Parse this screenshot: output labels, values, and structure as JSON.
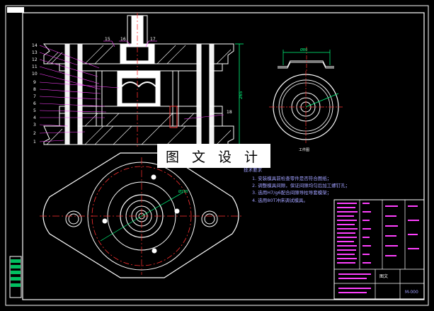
{
  "drawing": {
    "watermark": "图 文 设 计",
    "part_view_label": "工件图",
    "notes_title": "技术要求",
    "notes": [
      "1.  安装模具前检查零件是否符合图纸；",
      "2.  调整模具间隙，保证间隙均匀后加工螺钉孔；",
      "3.  选用H7/g6配合间隙导柱导套模架；",
      "4.  选用80T冲床调试模具。"
    ],
    "callouts_left": [
      "14",
      "13",
      "12",
      "11",
      "10",
      "9",
      "8",
      "7",
      "6",
      "5",
      "4",
      "3",
      "2",
      "1"
    ],
    "callouts_top": [
      "15",
      "16",
      "17"
    ],
    "callout_right": "18",
    "dimension_top": "Ø80",
    "dimension_plan": "Ø180",
    "dimension_side": "265",
    "title_block": {
      "company": "图文",
      "drawing_no": "M-000"
    }
  },
  "colors": {
    "background": "#000000",
    "outline": "#ffffff",
    "centerline": "#ff3030",
    "dimension": "#00ff80",
    "leader": "#ff40ff",
    "annotation": "#a0a0ff"
  }
}
